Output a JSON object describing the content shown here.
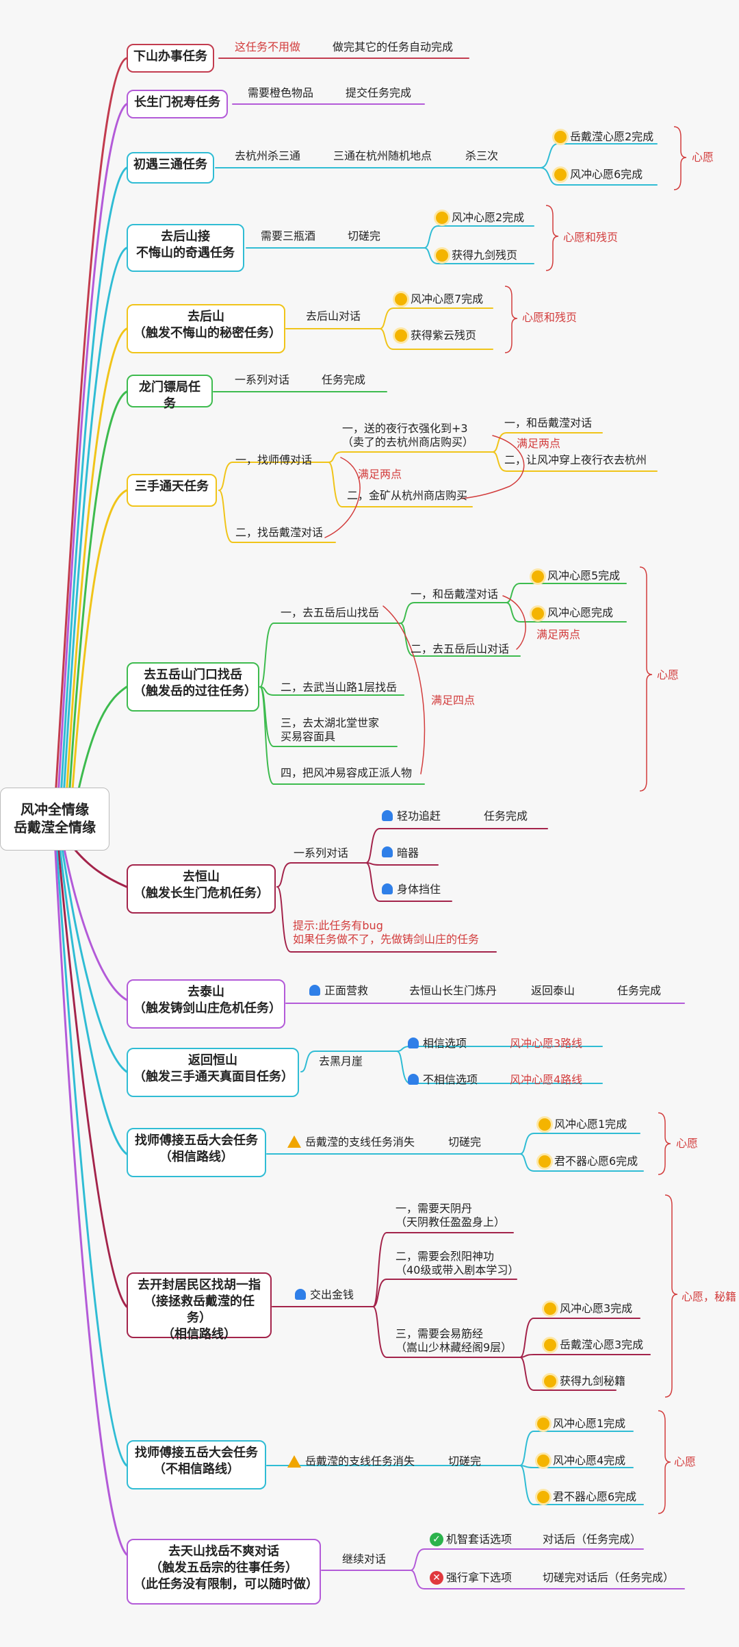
{
  "root": "风冲全情缘\n岳戴滢全情缘",
  "nodes": [
    {
      "label": "下山办事任务"
    },
    {
      "label": "长生门祝寿任务"
    },
    {
      "label": "初遇三通任务"
    },
    {
      "label": "去后山接\n不悔山的奇遇任务"
    },
    {
      "label": "去后山\n（触发不悔山的秘密任务）"
    },
    {
      "label": "龙门镖局任务"
    },
    {
      "label": "三手通天任务"
    },
    {
      "label": "去五岳山门口找岳\n（触发岳的过往任务）"
    },
    {
      "label": "去恒山\n（触发长生门危机任务）"
    },
    {
      "label": "去泰山\n（触发铸剑山庄危机任务）"
    },
    {
      "label": "返回恒山\n（触发三手通天真面目任务）"
    },
    {
      "label": "找师傅接五岳大会任务\n（相信路线）"
    },
    {
      "label": "去开封居民区找胡一指\n（接拯救岳戴滢的任务）\n（相信路线）"
    },
    {
      "label": "找师傅接五岳大会任务\n（不相信路线）"
    },
    {
      "label": "去天山找岳不爽对话\n（触发五岳宗的往事任务）\n（此任务没有限制，可以随时做）"
    }
  ],
  "labels": {
    "n1a": "这任务不用做",
    "n1b": "做完其它的任务自动完成",
    "n2a": "需要橙色物品",
    "n2b": "提交任务完成",
    "n3a": "去杭州杀三通",
    "n3b": "三通在杭州随机地点",
    "n3c": "杀三次",
    "n3d": "岳戴滢心愿2完成",
    "n3e": "风冲心愿6完成",
    "n3f": "心愿",
    "n4a": "需要三瓶酒",
    "n4b": "切磋完",
    "n4c": "风冲心愿2完成",
    "n4d": "获得九剑残页",
    "n4e": "心愿和残页",
    "n5a": "去后山对话",
    "n5b": "风冲心愿7完成",
    "n5c": "获得紫云残页",
    "n5d": "心愿和残页",
    "n6a": "一系列对话",
    "n6b": "任务完成",
    "n7a": "一，找师傅对话",
    "n7b": "一，送的夜行衣强化到+3\n（卖了的去杭州商店购买）",
    "n7c": "二，金矿从杭州商店购买",
    "n7d": "一，和岳戴滢对话",
    "n7e": "二，让风冲穿上夜行衣去杭州",
    "n7f": "满足两点",
    "n7g": "满足两点",
    "n7h": "二，找岳戴滢对话",
    "n8a": "一，去五岳后山找岳",
    "n8b": "一，和岳戴滢对话",
    "n8c": "二，去五岳后山对话",
    "n8d": "风冲心愿5完成",
    "n8e": "风冲心愿完成",
    "n8f": "满足两点",
    "n8g": "满足四点",
    "n8h": "二，去武当山路1层找岳",
    "n8i": "三，去太湖北堂世家\n买易容面具",
    "n8j": "四，把风冲易容成正派人物",
    "n8k": "心愿",
    "n9a": "一系列对话",
    "n9b": "轻功追赶",
    "n9c": "任务完成",
    "n9d": "暗器",
    "n9e": "身体挡住",
    "n9f": "提示:此任务有bug\n如果任务做不了，先做铸剑山庄的任务",
    "n10a": "正面营救",
    "n10b": "去恒山长生门炼丹",
    "n10c": "返回泰山",
    "n10d": "任务完成",
    "n11a": "去黑月崖",
    "n11b": "相信选项",
    "n11c": "风冲心愿3路线",
    "n11d": "不相信选项",
    "n11e": "风冲心愿4路线",
    "n12a": "岳戴滢的支线任务消失",
    "n12b": "切磋完",
    "n12c": "风冲心愿1完成",
    "n12d": "君不器心愿6完成",
    "n12e": "心愿",
    "n13a": "交出金钱",
    "n13b": "一，需要天阴丹\n（天阴教任盈盈身上）",
    "n13c": "二，需要会烈阳神功\n（40级或带入剧本学习）",
    "n13d": "三，需要会易筋经\n（嵩山少林藏经阁9层）",
    "n13e": "风冲心愿3完成",
    "n13f": "岳戴滢心愿3完成",
    "n13g": "获得九剑秘籍",
    "n13h": "心愿，秘籍",
    "n14a": "岳戴滢的支线任务消失",
    "n14b": "切磋完",
    "n14c": "风冲心愿1完成",
    "n14d": "风冲心愿4完成",
    "n14e": "君不器心愿6完成",
    "n14f": "心愿",
    "n15a": "继续对话",
    "n15b": "机智套话选项",
    "n15c": "对话后（任务完成）",
    "n15d": "强行拿下选项",
    "n15e": "切磋完对话后（任务完成）"
  },
  "colors": {
    "red": "#c23b4e",
    "purple": "#b35ad8",
    "cyan": "#2fbcd4",
    "yellow": "#f0c419",
    "green": "#3dbb4e",
    "crimson": "#a3234a",
    "note": "#d23c3c"
  }
}
